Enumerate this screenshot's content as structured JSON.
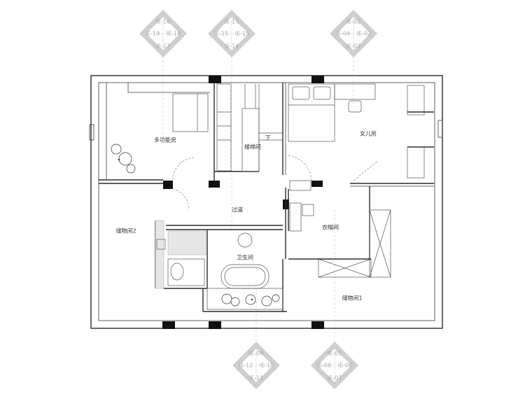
{
  "rooms": {
    "multi": "多功能房",
    "stair": "楼梯间",
    "down": "下",
    "daughter": "女儿房",
    "corridor": "过道",
    "storage2": "储物间2",
    "closet": "衣帽间",
    "bath": "卫生间",
    "storage1": "储物间1"
  },
  "markers": [
    {
      "top": "IE-16",
      "left": "IE-19",
      "right": "IE-18",
      "bottom": "IE-17"
    },
    {
      "top": "IE-13",
      "left": "IE-15",
      "right": "IE-15",
      "bottom": "IE-14"
    },
    {
      "top": "IE-01",
      "left": "IE-04",
      "right": "IE-02",
      "bottom": "IE-03"
    },
    {
      "top": "IE-09",
      "left": "IE-12",
      "right": "IE-10",
      "bottom": "IE-11"
    },
    {
      "top": "IE-05",
      "left": "IE-08",
      "right": "IE-06",
      "bottom": "IE-07"
    }
  ]
}
